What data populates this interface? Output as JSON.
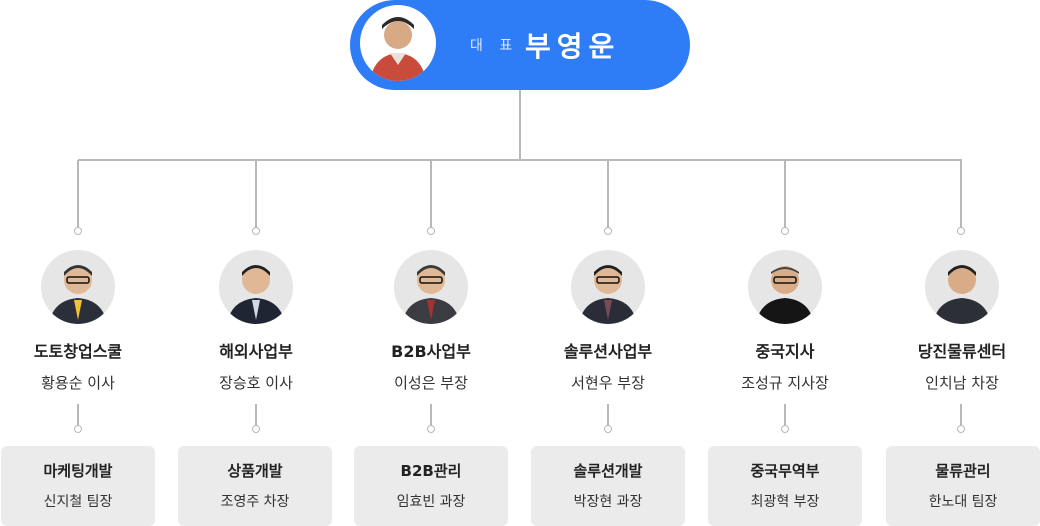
{
  "ceo": {
    "title": "대 표",
    "name": "부영운"
  },
  "departments": [
    {
      "name": "도토창업스쿨",
      "person": "황용순 이사",
      "team": "마케팅개발",
      "team_person": "신지철 팀장"
    },
    {
      "name": "해외사업부",
      "person": "장승호 이사",
      "team": "상품개발",
      "team_person": "조영주 차장"
    },
    {
      "name": "B2B사업부",
      "person": "이성은 부장",
      "team": "B2B관리",
      "team_person": "임효빈 과장"
    },
    {
      "name": "솔루션사업부",
      "person": "서현우 부장",
      "team": "솔루션개발",
      "team_person": "박장현 과장"
    },
    {
      "name": "중국지사",
      "person": "조성규 지사장",
      "team": "중국무역부",
      "team_person": "최광혁 부장"
    },
    {
      "name": "당진물류센터",
      "person": "인치남 차장",
      "team": "물류관리",
      "team_person": "한노대 팀장"
    }
  ],
  "colors": {
    "accent": "#2e7cf6",
    "line": "#b8b8b8",
    "box": "#ebebeb"
  }
}
